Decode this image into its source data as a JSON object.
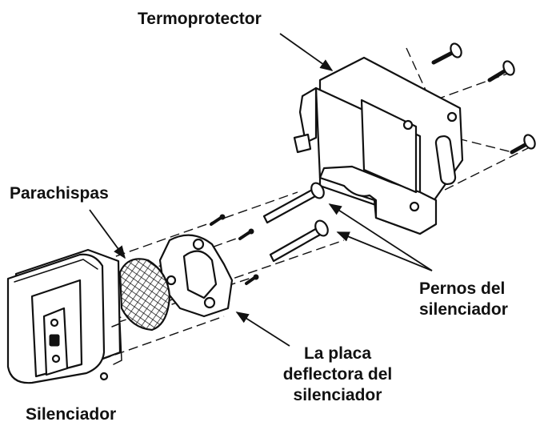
{
  "labels": {
    "heat_shield": "Termoprotector",
    "spark_arrester": "Parachispas",
    "muffler_bolts_line1": "Pernos del",
    "muffler_bolts_line2": "silenciador",
    "deflector_line1": "La placa",
    "deflector_line2": "deflectora del",
    "deflector_line3": "silenciador",
    "muffler": "Silenciador"
  },
  "colors": {
    "ink": "#111111",
    "background": "#ffffff"
  }
}
